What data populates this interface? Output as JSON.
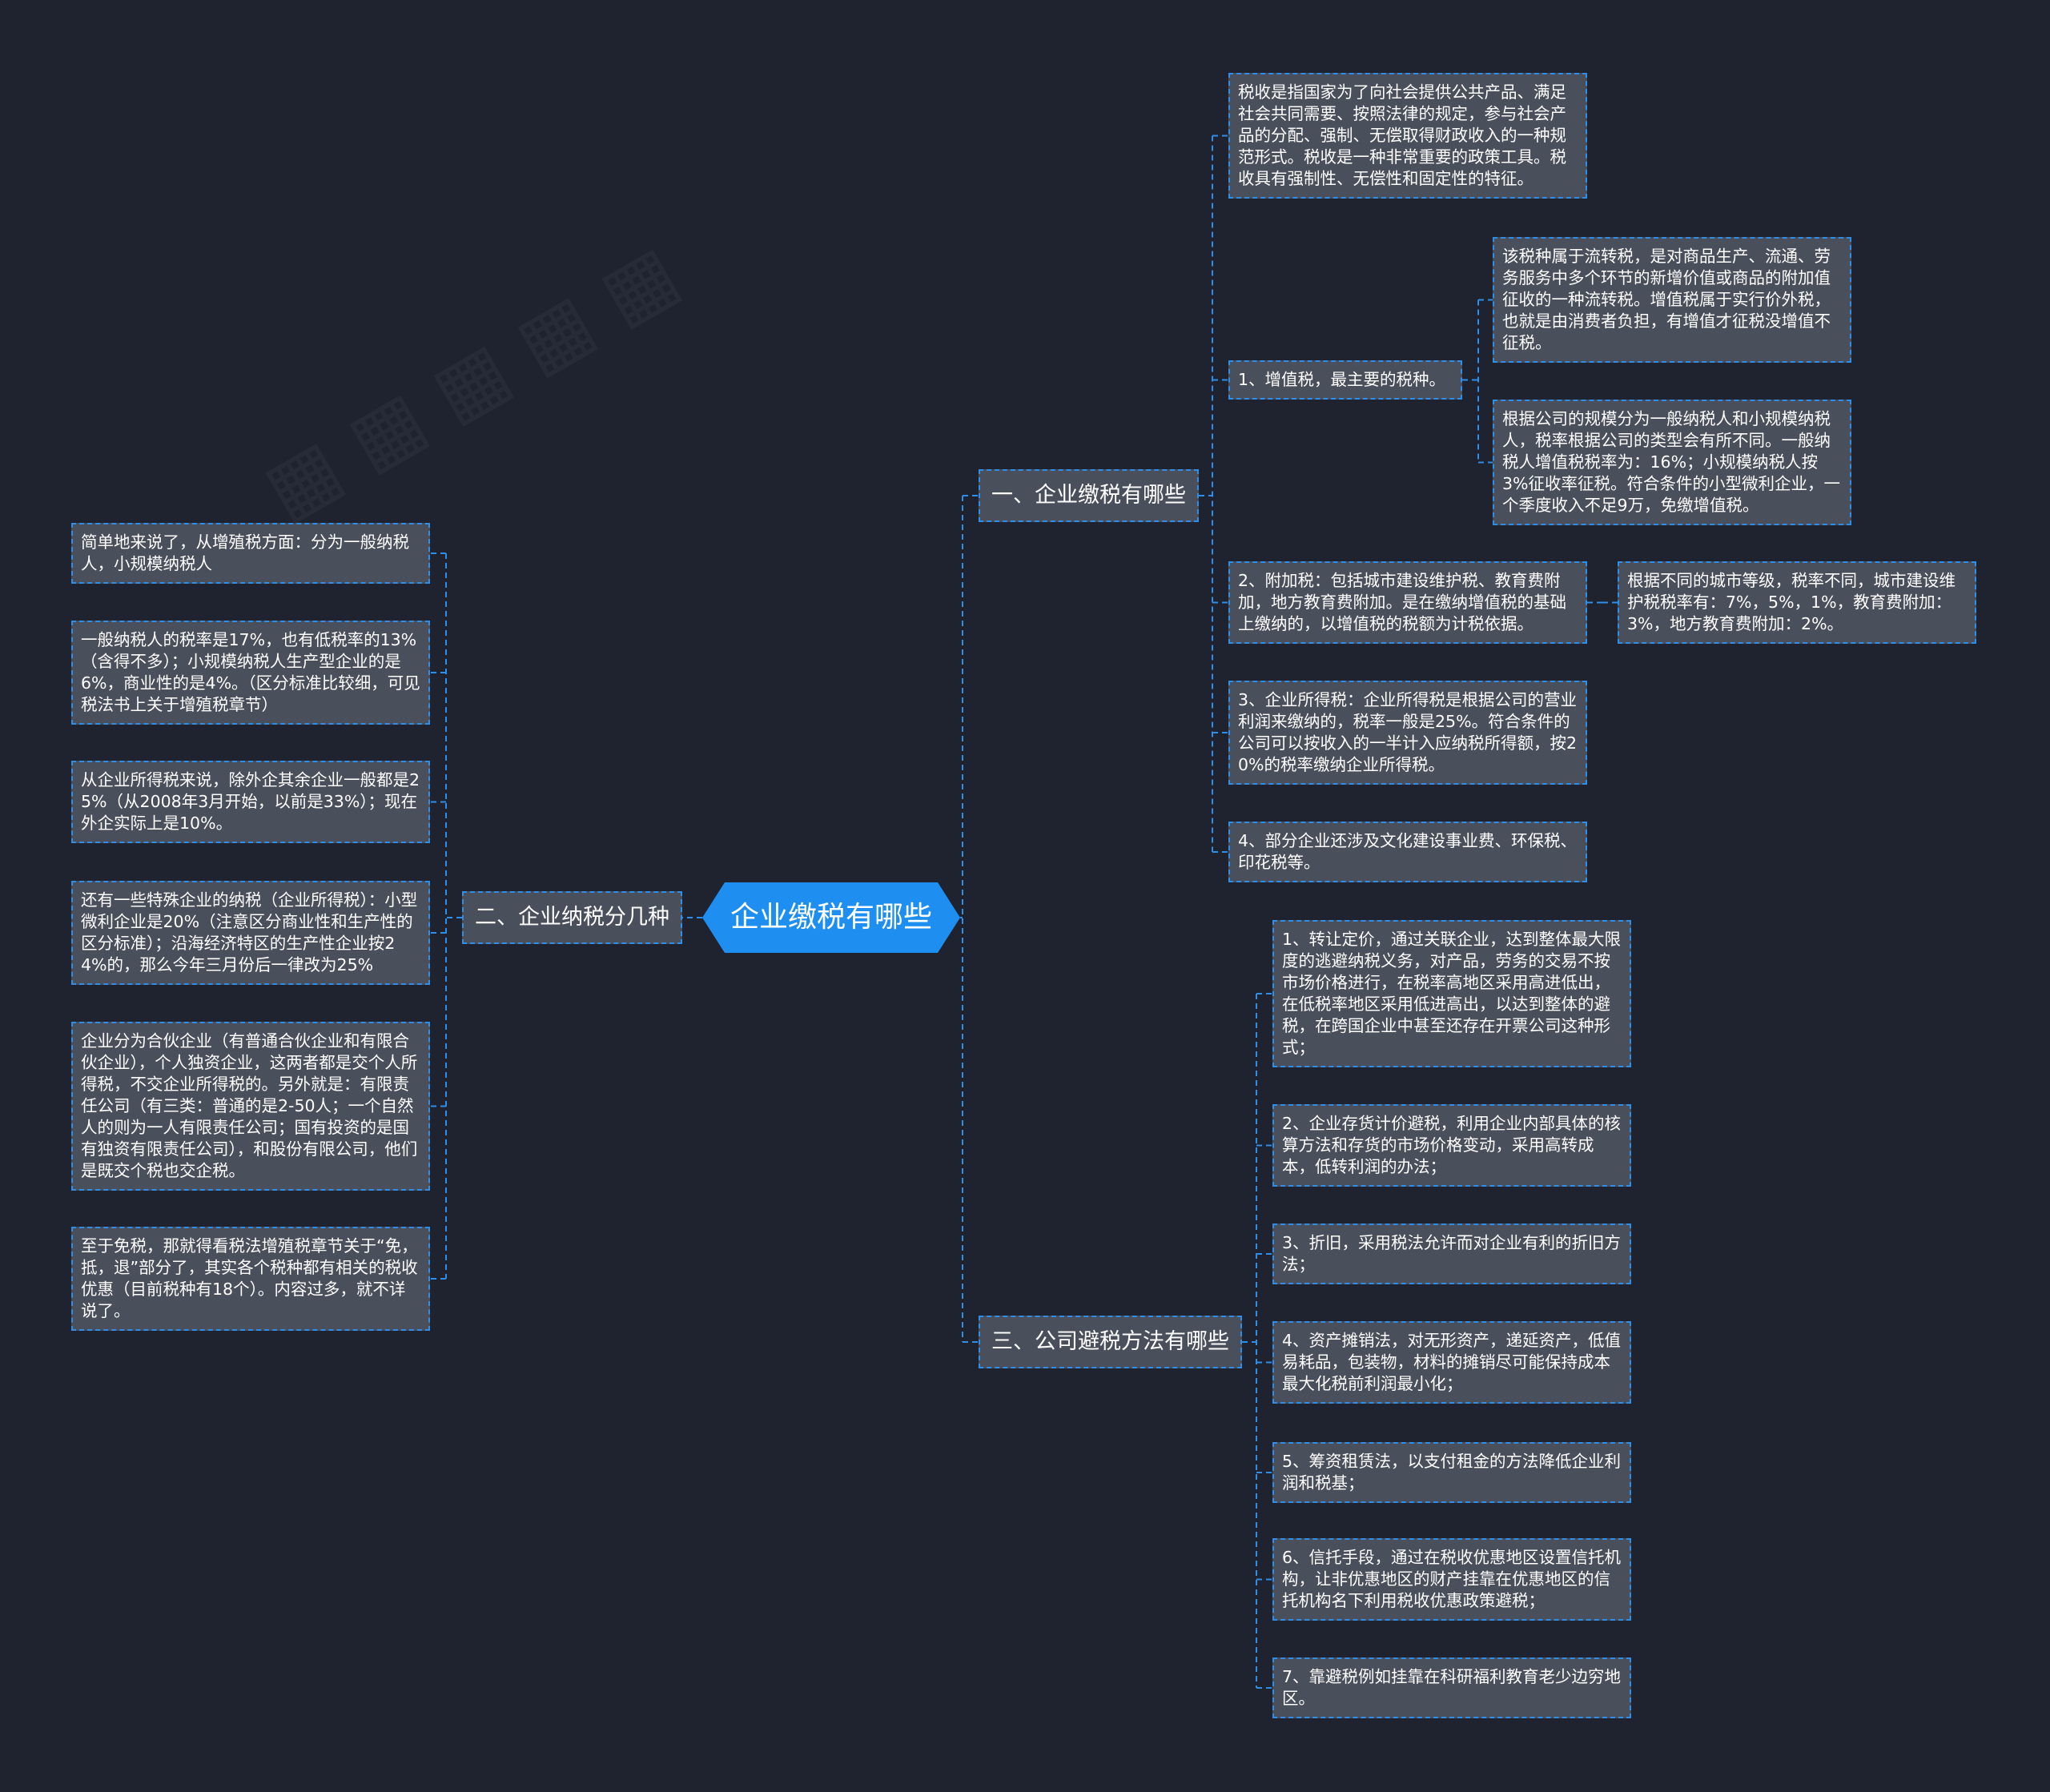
{
  "root": {
    "label": "企业缴税有哪些"
  },
  "branches": {
    "b1": {
      "label": "一、企业缴税有哪些"
    },
    "b2": {
      "label": "二、企业纳税分几种"
    },
    "b3": {
      "label": "三、公司避税方法有哪些"
    }
  },
  "b1_items": {
    "def": "税收是指国家为了向社会提供公共产品、满足社会共同需要、按照法律的规定，参与社会产品的分配、强制、无偿取得财政收入的一种规范形式。税收是一种非常重要的政策工具。税收具有强制性、无偿性和固定性的特征。",
    "vat": "1、增值税，最主要的税种。",
    "vat_note1": "该税种属于流转税，是对商品生产、流通、劳务服务中多个环节的新增价值或商品的附加值征收的一种流转税。增值税属于实行价外税，也就是由消费者负担，有增值才征税没增值不征税。",
    "vat_note2": "根据公司的规模分为一般纳税人和小规模纳税人，税率根据公司的类型会有所不同。一般纳税人增值税税率为：16%；小规模纳税人按3%征收率征税。符合条件的小型微利企业，一个季度收入不足9万，免缴增值税。",
    "surtax": "2、附加税：包括城市建设维护税、教育费附加，地方教育费附加。是在缴纳增值税的基础上缴纳的，以增值税的税额为计税依据。",
    "surtax_note": "根据不同的城市等级，税率不同，城市建设维护税税率有：7%，5%，1%，教育费附加：3%，地方教育费附加：2%。",
    "cit": "3、企业所得税：企业所得税是根据公司的营业利润来缴纳的，税率一般是25%。符合条件的公司可以按收入的一半计入应纳税所得额，按20%的税率缴纳企业所得税。",
    "other": "4、部分企业还涉及文化建设事业费、环保税、印花税等。"
  },
  "b2_items": [
    "简单地来说了，从增殖税方面：分为一般纳税人，小规模纳税人",
    "一般纳税人的税率是17%，也有低税率的13%（含得不多）；小规模纳税人生产型企业的是6%，商业性的是4%。（区分标准比较细，可见税法书上关于增殖税章节）",
    "从企业所得税来说，除外企其余企业一般都是25%（从2008年3月开始，以前是33%）；现在外企实际上是10%。",
    "还有一些特殊企业的纳税（企业所得税）：小型微利企业是20%（注意区分商业性和生产性的区分标准）；沿海经济特区的生产性企业按24%的，那么今年三月份后一律改为25%",
    "企业分为合伙企业（有普通合伙企业和有限合伙企业），个人独资企业，这两者都是交个人所得税，不交企业所得税的。另外就是：有限责任公司（有三类：普通的是2-50人；一个自然人的则为一人有限责任公司；国有投资的是国有独资有限责任公司），和股份有限公司，他们是既交个税也交企税。",
    "至于免税，那就得看税法增殖税章节关于“免，抵，退”部分了，其实各个税种都有相关的税收优惠（目前税种有18个）。内容过多，就不详说了。"
  ],
  "b3_items": [
    "1、转让定价，通过关联企业，达到整体最大限度的逃避纳税义务，对产品，劳务的交易不按市场价格进行，在税率高地区采用高进低出，在低税率地区采用低进高出，以达到整体的避税，在跨国企业中甚至还存在开票公司这种形式；",
    "2、企业存货计价避税，利用企业内部具体的核算方法和存货的市场价格变动，采用高转成本，低转利润的办法；",
    "3、折旧，采用税法允许而对企业有利的折旧方法；",
    "4、资产摊销法，对无形资产，递延资产，低值易耗品，包装物，材料的摊销尽可能保持成本最大化税前利润最小化；",
    "5、筹资租赁法，以支付租金的方法降低企业利润和税基；",
    "6、信托手段，通过在税收优惠地区设置信托机构，让非优惠地区的财产挂靠在优惠地区的信托机构名下利用税收优惠政策避税；",
    "7、靠避税例如挂靠在科研福利教育老少边穷地区。"
  ],
  "colors": {
    "background": "#1f2330",
    "node_fill": "#4a4f5c",
    "node_border": "#2f8ee8",
    "root_fill": "#1e8ff0",
    "link": "#2f8ee8"
  }
}
